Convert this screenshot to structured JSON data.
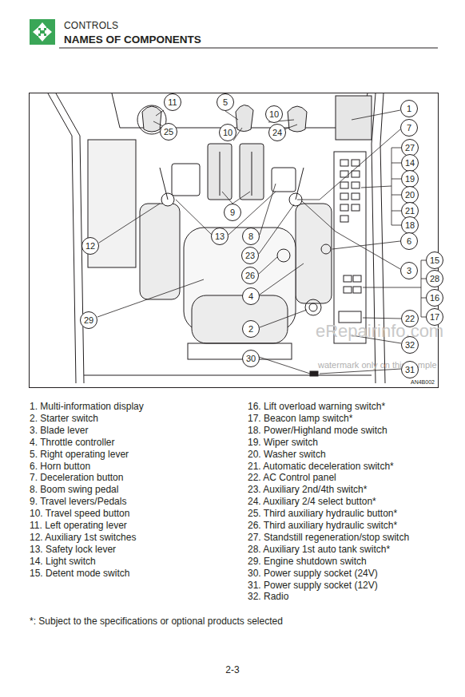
{
  "diagram": {
    "title": "NAMES OF COMPONENTS",
    "labels": [
      "CONTROLS",
      "11",
      "25",
      "5",
      "10",
      "10",
      "24",
      "1",
      "7",
      "27",
      "14",
      "19",
      "20",
      "21",
      "18",
      "6",
      "15",
      "3",
      "28",
      "16",
      "17",
      "22",
      "32",
      "31",
      "9",
      "13",
      "8",
      "23",
      "26",
      "4",
      "12",
      "29",
      "2",
      "30",
      "AN4B002",
      "1. Multi-information display",
      "2. Starter switch",
      "3. Blade lever",
      "4. Throttle controller",
      "5. Right operating lever",
      "6. Horn button",
      "7. Deceleration button",
      "8. Boom swing pedal",
      "9. Travel levers/Pedals",
      "10. Travel speed button",
      "11. Left operating lever",
      "12. Auxiliary 1st switches",
      "13. Safety lock lever",
      "14. Light switch",
      "15. Detent mode switch",
      "16. Lift overload warning switch*",
      "17. Beacon lamp switch*",
      "18. Power/Highland mode switch",
      "19. Wiper switch",
      "20. Washer switch",
      "21. Automatic deceleration switch*",
      "22. AC Control panel",
      "23. Auxiliary 2nd/4th switch*",
      "24. Auxiliary 2/4 select button*",
      "25. Third auxiliary hydraulic button*",
      "26. Third auxiliary hydraulic switch*",
      "27. Standstill regeneration/stop switch",
      "28. Auxiliary 1st auto tank switch*",
      "29. Engine shutdown switch",
      "30. Power supply socket (24V)",
      "31. Power supply socket (12V)",
      "32. Radio",
      "*: Subject to the specifications or optional products selected",
      "2-3",
      "eRepairinfo.com",
      "watermark only on this sample"
    ]
  }
}
